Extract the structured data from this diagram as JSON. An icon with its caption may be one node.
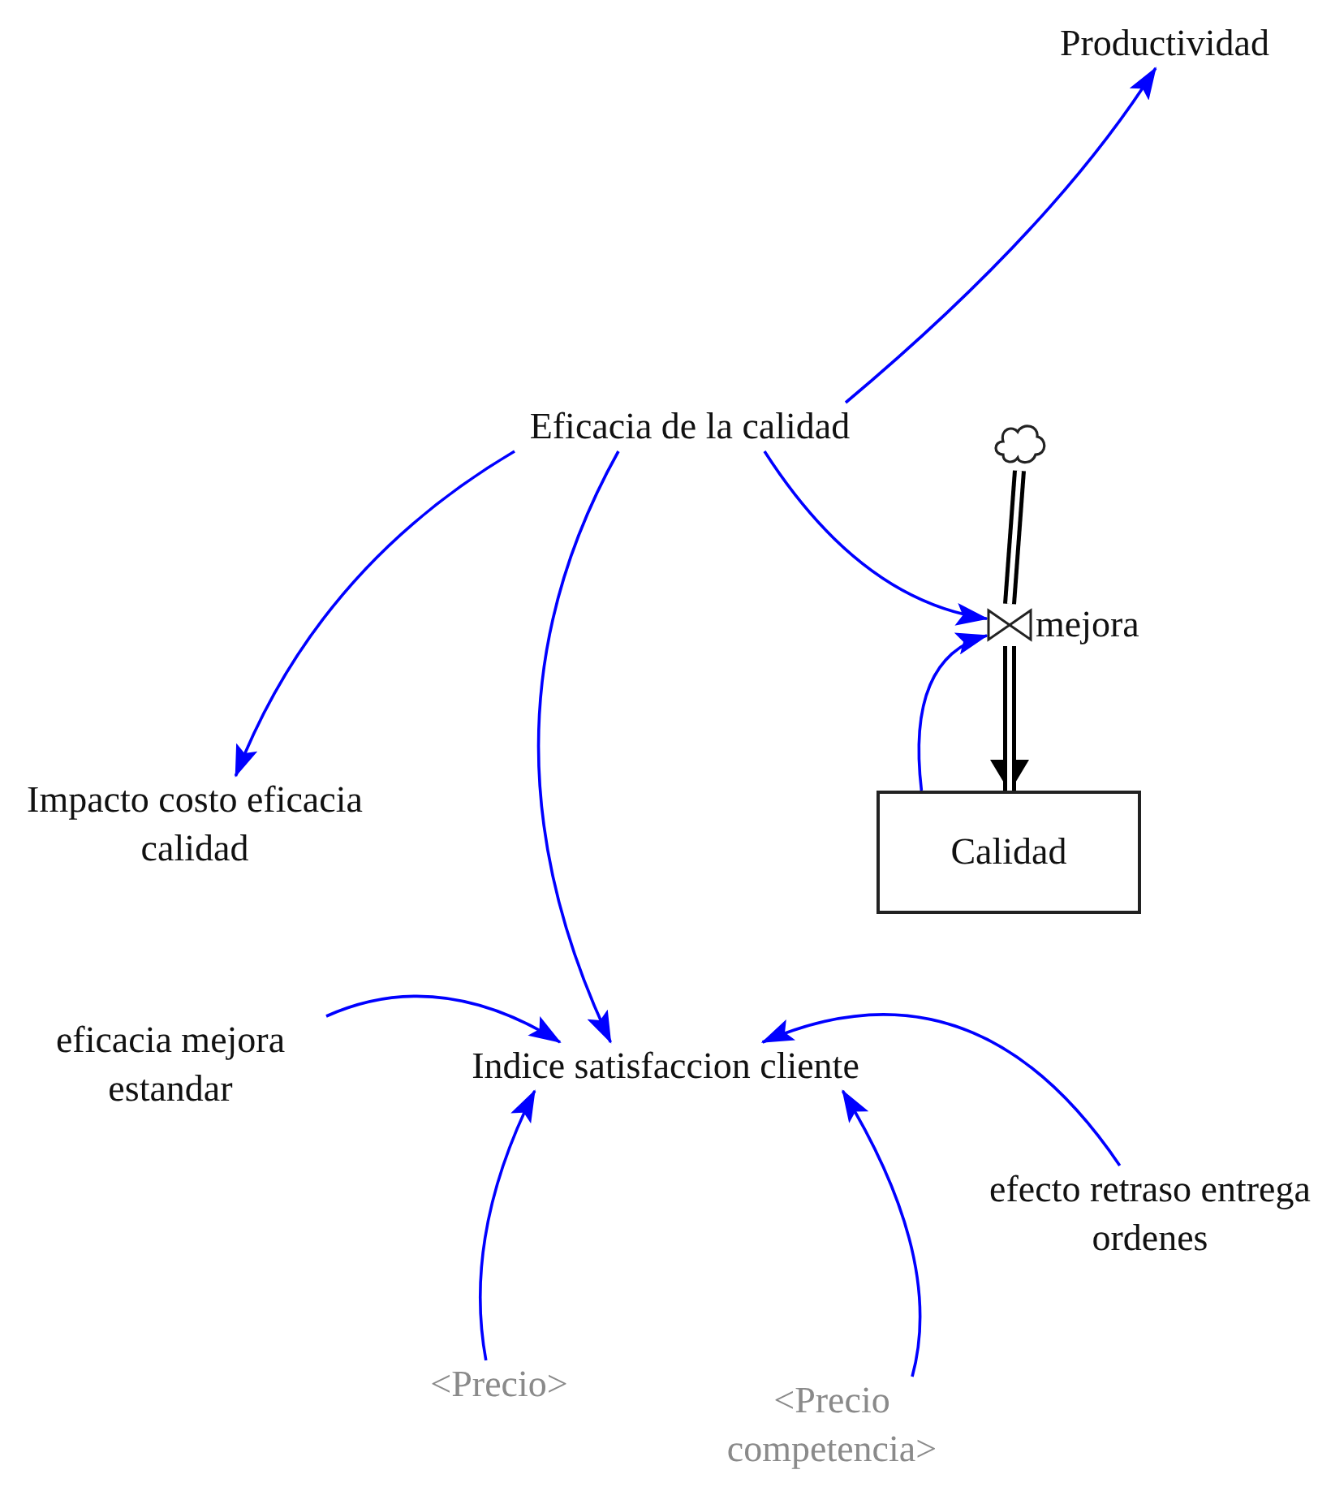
{
  "diagram": {
    "nodes": [
      {
        "text": [
          "Productividad"
        ]
      },
      {
        "text": [
          "Eficacia de la calidad"
        ]
      },
      {
        "text": [],
        "shape": "cloud"
      },
      {
        "text": [
          "mejora"
        ]
      },
      {
        "text": [
          "Calidad"
        ]
      },
      {
        "text": [
          "Impacto costo eficacia calidad"
        ]
      },
      {
        "text": [
          "eficacia mejora estandar"
        ]
      },
      {
        "text": [
          "Indice satisfaccion cliente"
        ]
      },
      {
        "text": [
          "efecto retraso entrega ordenes"
        ]
      },
      {
        "text": [
          "<Precio>"
        ]
      },
      {
        "text": [
          "<Precio competencia>"
        ]
      }
    ],
    "edges": [
      {
        "from": 1,
        "to": 0,
        "arrow": "to"
      },
      {
        "from": 1,
        "to": 3,
        "arrow": "to"
      },
      {
        "from": 4,
        "to": 3,
        "arrow": "to"
      },
      {
        "from": 1,
        "to": 5,
        "arrow": "to"
      },
      {
        "from": 1,
        "to": 7,
        "arrow": "to"
      },
      {
        "from": 6,
        "to": 7,
        "arrow": "to"
      },
      {
        "from": 8,
        "to": 7,
        "arrow": "to"
      },
      {
        "from": 9,
        "to": 7,
        "arrow": "to"
      },
      {
        "from": 10,
        "to": 7,
        "arrow": "to"
      },
      {
        "from": 2,
        "to": 3,
        "arrow": "none",
        "style": "thick",
        "color": "#000000"
      },
      {
        "from": 3,
        "to": 4,
        "arrow": "to",
        "style": "thick",
        "color": "#000000"
      }
    ]
  }
}
